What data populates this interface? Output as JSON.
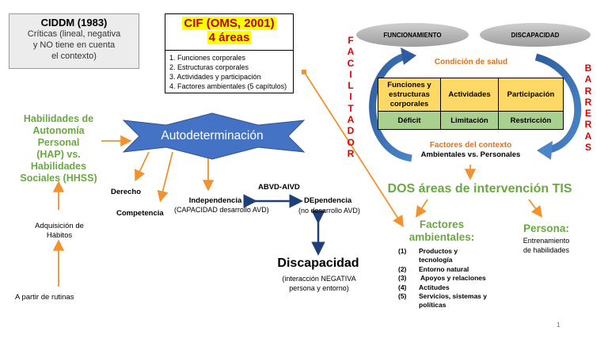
{
  "ciddm": {
    "title": "CIDDM (1983)",
    "line1": "Críticas (lineal, negativa",
    "line2": "y NO tiene en cuenta",
    "line3": "el contexto)"
  },
  "cif": {
    "title": "CIF (OMS, 2001)",
    "subtitle": "4 áreas",
    "items": [
      "1. Funciones corporales",
      "2. Estructuras corporales",
      "3. Actividades y participación",
      "4. Factores ambientales (5 capítulos)"
    ]
  },
  "left": {
    "hab_line1": "Habilidades de",
    "hab_line2": "Autonomía Personal",
    "hab_line3": "(HAP) vs.",
    "hab_line4": "Habilidades",
    "hab_line5": "Sociales (HHSS)",
    "adquisicion_line1": "Adquisición de",
    "adquisicion_line2": "Hábitos",
    "rutinas": "A partir de rutinas"
  },
  "center": {
    "autodeterminacion": "Autodeterminación",
    "derecho": "Derecho",
    "competencia": "Competencia",
    "independencia": "Independencia",
    "independencia_sub": "(CAPACIDAD desarrollo AVD)",
    "abvd": "ABVD-AIVD",
    "dependencia": "DEpendencia",
    "dependencia_sub": "(no desarrollo AVD)",
    "discapacidad": "Discapacidad",
    "discapacidad_sub1": "(interacción NEGATIVA",
    "discapacidad_sub2": "persona y entorno)"
  },
  "model": {
    "funcionamiento": "FUNCIONAMIENTO",
    "discapacidad": "DISCAPACIDAD",
    "facilitador": [
      "F",
      "A",
      "C",
      "I",
      "L",
      "I",
      "T",
      "A",
      "D",
      "O",
      "R"
    ],
    "barreras": [
      "B",
      "A",
      "R",
      "R",
      "E",
      "R",
      "A",
      "S"
    ],
    "condicion": "Condición de salud",
    "table_top": [
      "Funciones y estructuras corporales",
      "Actividades",
      "Participación"
    ],
    "table_bottom": [
      "Déficit",
      "Limitación",
      "Restricción"
    ],
    "factores_contexto": "Factores del contexto",
    "ambientales_personales": "Ambientales vs. Personales"
  },
  "tis": {
    "title": "DOS áreas de intervención TIS",
    "factores_line1": "Factores",
    "factores_line2": "ambientales:",
    "list": [
      {
        "n": "(1)",
        "t1": "Productos y",
        "t2": "tecnología"
      },
      {
        "n": "(2)",
        "t1": "Entorno natural",
        "t2": ""
      },
      {
        "n": "(3)",
        "t1": " Apoyos y relaciones",
        "t2": ""
      },
      {
        "n": "(4)",
        "t1": "Actitudes",
        "t2": ""
      },
      {
        "n": "(5)",
        "t1": "Servicios, sistemas y",
        "t2": "políticas"
      }
    ],
    "persona": "Persona:",
    "persona_sub1": "Entrenamiento",
    "persona_sub2": "de habilidades"
  },
  "page_number": "1",
  "colors": {
    "arrow": "#f2922e",
    "green": "#6aa843",
    "red": "#c00000",
    "star": "#4472c4",
    "yellow_cell": "#ffd966",
    "green_cell": "#a9d08e"
  }
}
